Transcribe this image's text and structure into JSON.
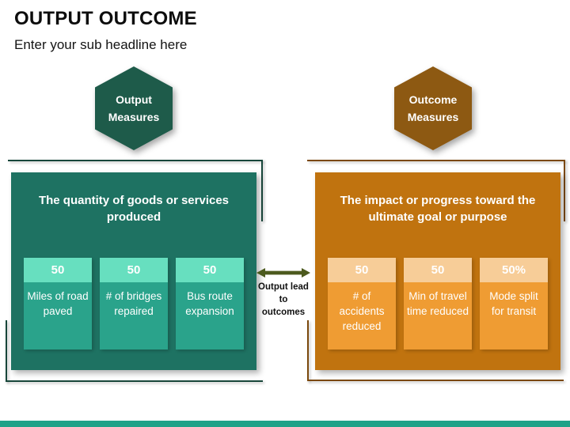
{
  "slide": {
    "title": "OUTPUT OUTCOME",
    "subtitle": "Enter your sub headline here"
  },
  "output_section": {
    "hexagon_line1": "Output",
    "hexagon_line2": "Measures",
    "heading": "The quantity of goods or services produced",
    "cards": [
      {
        "value": "50",
        "label": "Miles of road paved"
      },
      {
        "value": "50",
        "label": "# of bridges repaired"
      },
      {
        "value": "50",
        "label": "Bus route expansion"
      }
    ]
  },
  "outcome_section": {
    "hexagon_line1": "Outcome",
    "hexagon_line2": "Measures",
    "heading": "The impact or progress toward the ultimate goal or purpose",
    "cards": [
      {
        "value": "50",
        "label": "# of accidents reduced"
      },
      {
        "value": "50",
        "label": "Min of travel time reduced"
      },
      {
        "value": "50%",
        "label": "Mode split for transit"
      }
    ]
  },
  "connector": {
    "lines": [
      "Output lead",
      "to",
      "outcomes"
    ]
  },
  "colors": {
    "output_hexagon": "#1E5B4A",
    "output_box": "#1E7262",
    "output_card_body": "#2AA38B",
    "output_card_header": "#67DFBF",
    "outcome_hexagon": "#8D5912",
    "outcome_box": "#C0730F",
    "outcome_card_body": "#EF9C33",
    "outcome_card_header": "#F7CD98",
    "arrow": "#4C5A1E",
    "bottom_bar": "#1FA288"
  }
}
